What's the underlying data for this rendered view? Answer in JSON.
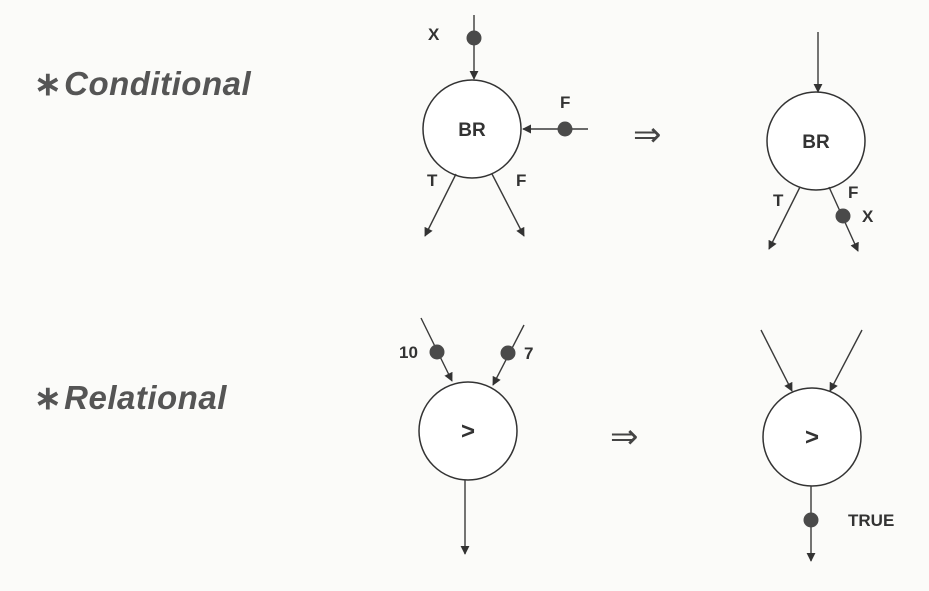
{
  "sections": {
    "conditional": {
      "star": "∗",
      "title": "Conditional"
    },
    "relational": {
      "star": "∗",
      "title": "Relational"
    }
  },
  "implies": "⇒",
  "conditional": {
    "before": {
      "node_label": "BR",
      "input_token_label": "X",
      "control_token_label": "F",
      "true_branch_label": "T",
      "false_branch_label": "F"
    },
    "after": {
      "node_label": "BR",
      "true_branch_label": "T",
      "false_branch_label": "F",
      "output_token_label": "X"
    }
  },
  "relational": {
    "before": {
      "operator": ">",
      "left_token_label": "10",
      "right_token_label": "7"
    },
    "after": {
      "operator": ">",
      "output_token_label": "TRUE"
    }
  },
  "colors": {
    "ink": "#333333",
    "token": "#4a4a4a",
    "heading": "#555555",
    "background": "#fbfbf9"
  }
}
